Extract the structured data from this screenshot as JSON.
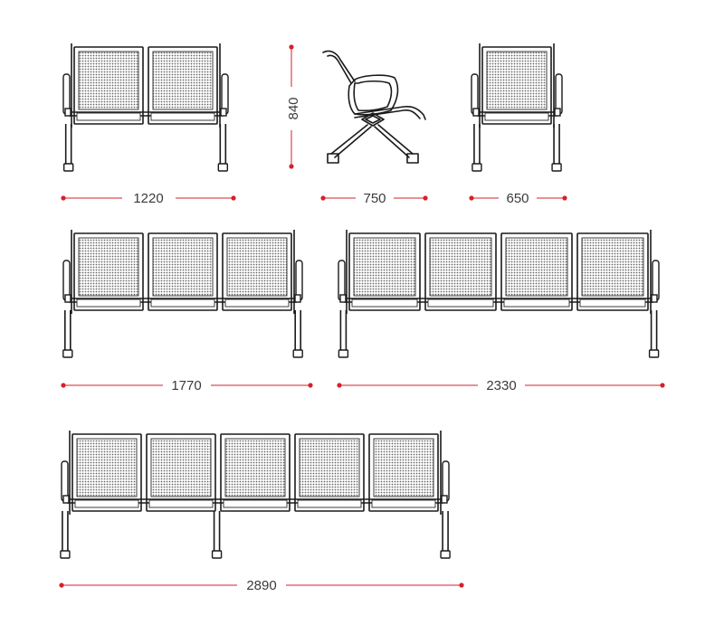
{
  "dimensions": {
    "height": "840",
    "width_1_seat": "650",
    "depth": "750",
    "width_2_seat": "1220",
    "width_3_seat": "1770",
    "width_4_seat": "2330",
    "width_5_seat": "2890"
  },
  "colors": {
    "dimension_line": "#d6202b",
    "dimension_text": "#3a3a3a",
    "outline": "#1a1a1a"
  }
}
